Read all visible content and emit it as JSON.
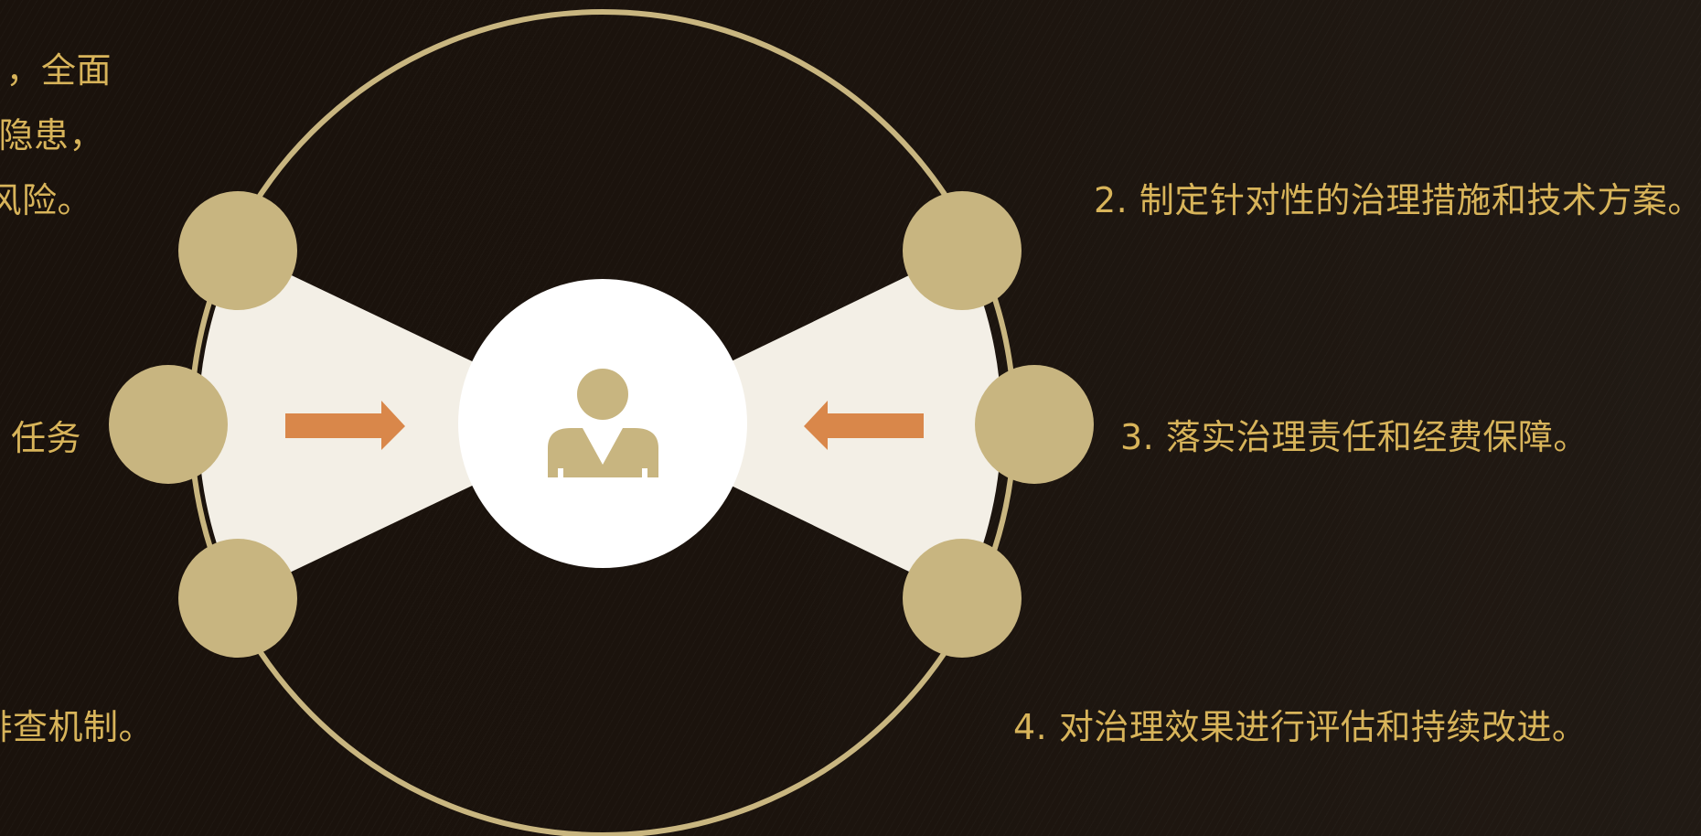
{
  "colors": {
    "background": "#1a120c",
    "ring": "#c9b680",
    "node": "#c8b580",
    "wings": "#f3efe6",
    "center": "#ffffff",
    "arrow": "#d9874a",
    "person_icon": "#c8b580",
    "text": "#d8b45a"
  },
  "icons": {
    "center": "person-icon",
    "left_arrow": "arrow-right-icon",
    "right_arrow": "arrow-left-icon"
  },
  "left_text": {
    "line1": "，全面",
    "line2": "隐患，",
    "line3": "风险。",
    "task_label": "任务",
    "line4": "排查机制。"
  },
  "right_items": [
    {
      "text": "2. 制定针对性的治理措施和技术方案。"
    },
    {
      "text": "3. 落实治理责任和经费保障。"
    },
    {
      "text": "4. 对治理效果进行评估和持续改进。"
    }
  ]
}
